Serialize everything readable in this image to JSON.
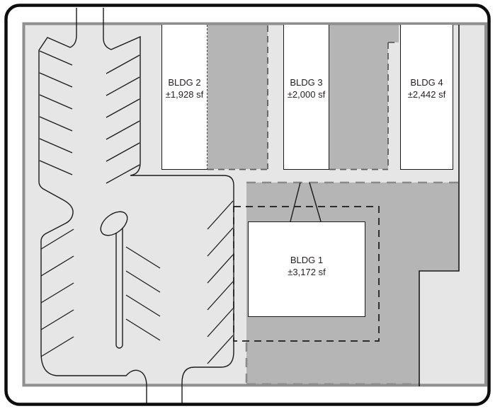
{
  "diagram": {
    "type": "site-plan",
    "buildings": [
      {
        "id": "bldg-1",
        "name": "BLDG 1",
        "area": "±3,172 sf"
      },
      {
        "id": "bldg-2",
        "name": "BLDG 2",
        "area": "±1,928 sf"
      },
      {
        "id": "bldg-3",
        "name": "BLDG 3",
        "area": "±2,000 sf"
      },
      {
        "id": "bldg-4",
        "name": "BLDG 4",
        "area": "±2,442 sf"
      }
    ],
    "colors": {
      "lot_fill": "#e6e6e6",
      "pad_fill": "#b5b5b5",
      "site_border": "#8f8f8f",
      "outline": "#1a1a1a"
    }
  }
}
